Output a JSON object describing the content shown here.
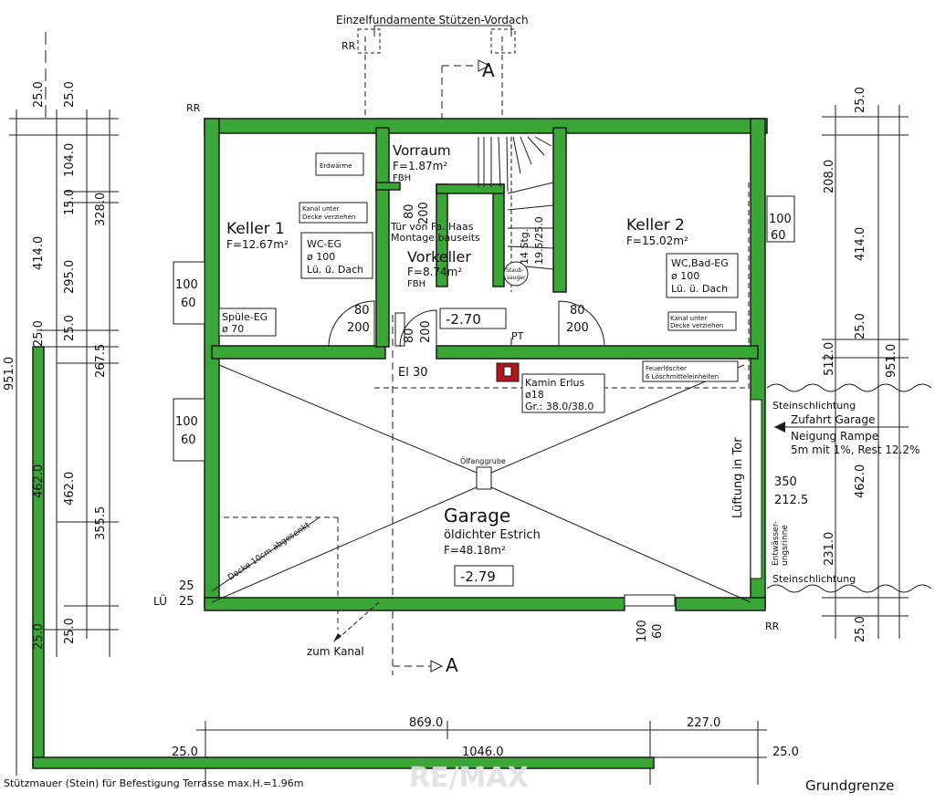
{
  "colors": {
    "wall_fill": "#3aa635",
    "wall_stroke": "#1b1b1b",
    "line": "#1b1b1b",
    "kamin": "#b3141d",
    "background": "#ffffff",
    "watermark": "#e0e0e0"
  },
  "header": {
    "top_label": "Einzelfundamente Stützen-Vordach",
    "rr_top": "RR",
    "rr_wall": "RR",
    "rr_bottom": "RR",
    "section_mark_top": "A",
    "section_mark_bottom": "A"
  },
  "rooms": {
    "keller1": {
      "name": "Keller 1",
      "area": "F=12.67m²"
    },
    "vorraum": {
      "name": "Vorraum",
      "area": "F=1.87m²",
      "note": "FBH"
    },
    "vorkeller": {
      "name": "Vorkeller",
      "area": "F=8.74m²",
      "note": "FBH"
    },
    "keller2": {
      "name": "Keller 2",
      "area": "F=15.02m²"
    },
    "garage": {
      "name": "Garage",
      "floor": "öldichter Estrich",
      "area": "F=48.18m²",
      "level": "-2.79"
    }
  },
  "labels": {
    "erdwaerme": "Erdwärme",
    "kanal_left_1": "Kanal unter",
    "kanal_left_2": "Decke verziehen",
    "wc_eg_1": "WC-EG",
    "wc_eg_2": "ø 100",
    "wc_eg_3": "Lü. ü. Dach",
    "spuele_1": "Spüle-EG",
    "spuele_2": "ø 70",
    "tuer_1": "Tür von Fa. Haas",
    "tuer_2": "Montage bauseits",
    "level_vorkeller": "-2.70",
    "staub_1": "Staub-",
    "staub_2": "sauger",
    "stair_1": "14 Stg.",
    "stair_2": "19.5/25.0",
    "wc_bad_1": "WC,Bad-EG",
    "wc_bad_2": "ø 100",
    "wc_bad_3": "Lü. ü. Dach",
    "kanal_right_1": "Kanal unter",
    "kanal_right_2": "Decke verziehen",
    "pt": "PT",
    "el": "El 30",
    "kamin_1": "Kamin Erlus",
    "kamin_2": "ø18",
    "kamin_3": "Gr.: 38.0/38.0",
    "feuer_1": "Feuerlöscher",
    "feuer_2": "6 Löschmitteleinheiten",
    "oelfang": "Ölfanggrube",
    "decke": "Decke 10cm abgesenkt",
    "lueftung": "Lüftung in Tor",
    "entwaesserung_1": "Entwässer-",
    "entwaesserung_2": "ungsrinne",
    "stein_1": "Steinschlichtung",
    "stein_2": "Steinschlichtung",
    "zufahrt_1": "Zufahrt Garage",
    "zufahrt_2": "Neigung Rampe",
    "zufahrt_3": "5m mit 1%, Rest 12.2%",
    "kanal": "zum Kanal",
    "lu": "LÜ",
    "stuetzmauer": "Stützmauer (Stein) für Befestigung Terrasse max.H.=1.96m",
    "grundgrenze": "Grundgrenze",
    "watermark": "RE/MAX"
  },
  "doors": {
    "d1_w": "80",
    "d1_h": "200",
    "d2_w": "80",
    "d2_h": "200",
    "d3_w": "80",
    "d3_h": "200",
    "d4_w": "80",
    "win_left1_w": "100",
    "win_left1_h": "60",
    "win_left2_w": "100",
    "win_left2_h": "60",
    "win_right_w": "100",
    "win_right_h": "60",
    "win_bottom_w": "100",
    "win_bottom_h": "60",
    "gate_w": "350",
    "gate_h": "212.5",
    "lu_w": "25",
    "lu_h": "25"
  },
  "dimensions": {
    "left_outer": [
      "25.0",
      "414.0",
      "25.0",
      "462.0",
      "25.0"
    ],
    "left_total": "951.0",
    "left_inner": [
      "25.0",
      "104.0",
      "15.0",
      "328.0",
      "295.0",
      "25.0",
      "267.5",
      "462.0",
      "355.5",
      "25.0"
    ],
    "right": [
      "25.0",
      "208.0",
      "414.0",
      "25.0",
      "512.0",
      "951.0",
      "462.0",
      "231.0",
      "25.0"
    ],
    "bottom": [
      "869.0",
      "227.0",
      "1046.0",
      "25.0",
      "25.0"
    ]
  }
}
